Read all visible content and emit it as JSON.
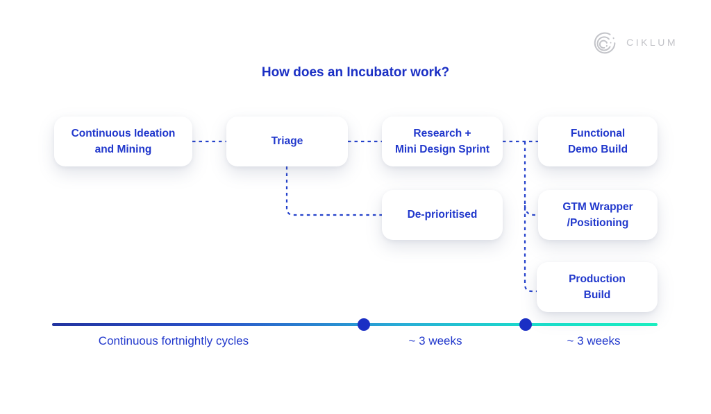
{
  "colors": {
    "accent_blue": "#2138cc",
    "title_blue": "#1a2fc4",
    "connector_blue": "#2441cb",
    "timeline_start": "#22339f",
    "timeline_mid": "#28aed6",
    "timeline_end": "#1beec0",
    "dot_blue": "#1b2fc4",
    "logo_gray": "#c2c3c8",
    "background": "#ffffff"
  },
  "header": {
    "title": "How does an Incubator work?"
  },
  "logo": {
    "brand": "CIKLUM",
    "icon": "ciklum-arcs-icon"
  },
  "flow": {
    "boxes": [
      {
        "label": "Continuous Ideation\nand Mining"
      },
      {
        "label": "Triage"
      },
      {
        "label": "Research +\nMini Design Sprint"
      },
      {
        "label": "Functional\nDemo Build"
      },
      {
        "label": "De-prioritised"
      },
      {
        "label": "GTM Wrapper\n/Positioning"
      },
      {
        "label": "Production\nBuild"
      }
    ]
  },
  "timeline": {
    "labels": [
      "Continuous fortnightly cycles",
      "~ 3 weeks",
      "~ 3 weeks"
    ],
    "dots": 2
  }
}
